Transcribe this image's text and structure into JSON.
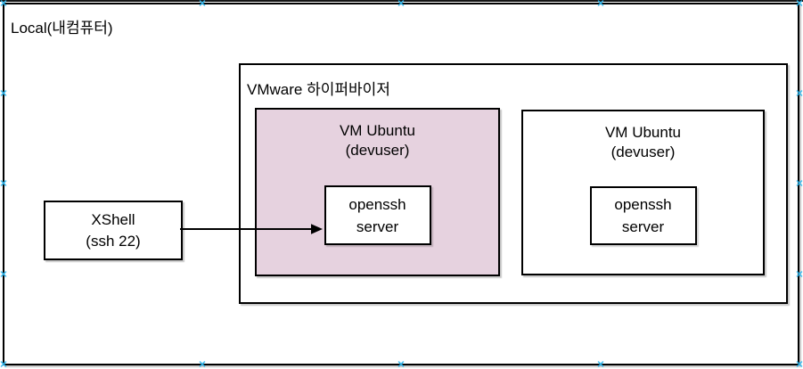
{
  "diagram": {
    "local_label": "Local(내컴퓨터)",
    "hypervisor_label": "VMware 하이퍼바이저",
    "client": {
      "line1": "XShell",
      "line2": "(ssh 22)"
    },
    "vms": [
      {
        "name_line1": "VM Ubuntu",
        "name_line2": "(devuser)",
        "service_line1": "openssh",
        "service_line2": "server",
        "highlighted": true
      },
      {
        "name_line1": "VM Ubuntu",
        "name_line2": "(devuser)",
        "service_line1": "openssh",
        "service_line2": "server",
        "highlighted": false
      }
    ],
    "connection_point_glyph": "✕",
    "colors": {
      "vm_highlight_fill": "#e6d2df",
      "box_border": "#000000",
      "connection_point": "#2eb7ee",
      "arrow": "#000000"
    }
  }
}
